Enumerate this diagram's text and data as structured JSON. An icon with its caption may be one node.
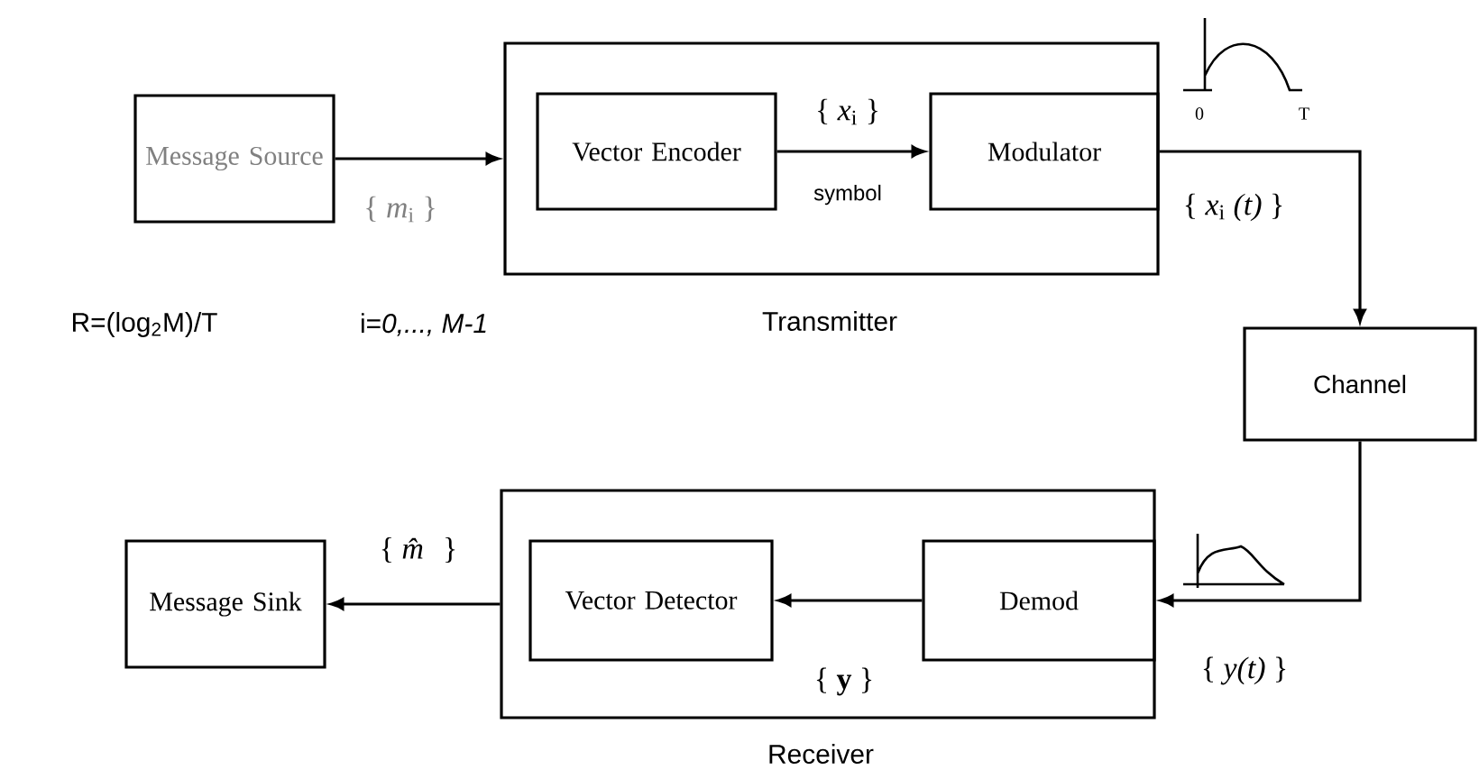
{
  "diagram": {
    "nodes": [
      {
        "text": [
          "Message Source"
        ]
      },
      {
        "text": [
          "Transmitter"
        ]
      },
      {
        "text": [
          "Vector Encoder"
        ],
        "in": 1
      },
      {
        "text": [
          "Modulator"
        ],
        "in": 1
      },
      {
        "text": [
          "Channel"
        ]
      },
      {
        "text": [
          "Receiver"
        ]
      },
      {
        "text": [
          "Demod"
        ],
        "in": 5
      },
      {
        "text": [
          "Vector Detector"
        ],
        "in": 5
      },
      {
        "text": [
          "Message Sink"
        ]
      }
    ],
    "edges": [
      {
        "from": 0,
        "to": 1,
        "arrow": "to",
        "label": "{ *m*$_{i}$ }"
      },
      {
        "from": 2,
        "to": 3,
        "arrow": "to",
        "label": "{ *x*$_{i}$ }"
      },
      {
        "from": 3,
        "to": 4,
        "arrow": "to",
        "label": "{ *x*$_{i}$ *(t)* }"
      },
      {
        "from": 4,
        "to": 6,
        "arrow": "to",
        "label": "{ *y(t)* }"
      },
      {
        "from": 6,
        "to": 7,
        "arrow": "to",
        "label": "{ **y** }"
      },
      {
        "from": 5,
        "to": 8,
        "arrow": "to",
        "label": "{ *m̂* }"
      }
    ],
    "labels": [
      "symbol",
      "0",
      "T",
      "R=(log$_{2}$M)/T",
      "i=*0,..., M-1*"
    ]
  }
}
